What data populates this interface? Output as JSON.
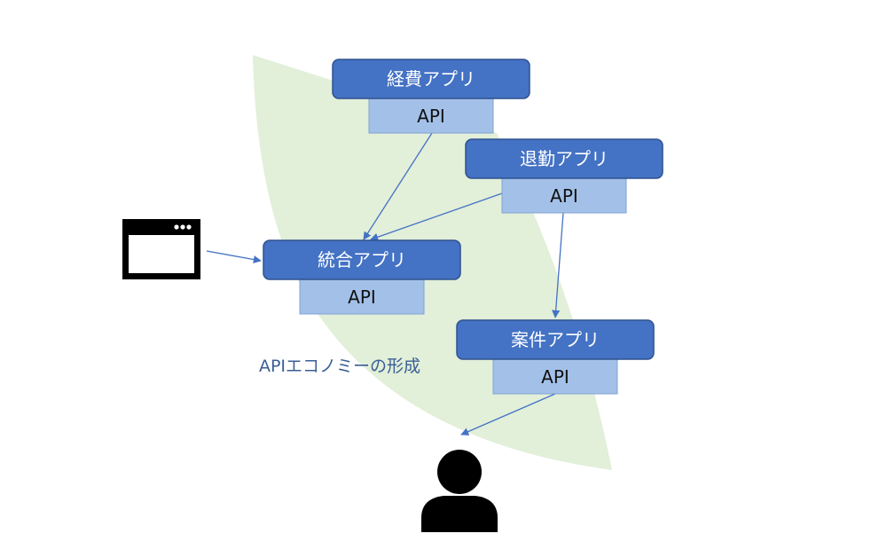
{
  "colors": {
    "region": "#e2efd9",
    "app_fill": "#4472c4",
    "app_border": "#2f528f",
    "api_fill": "#a3c1e8",
    "arrow": "#4472c4",
    "region_label": "#3a5f95"
  },
  "region": {
    "label": "APIエコノミーの形成"
  },
  "apps": {
    "expense": {
      "label": "経費アプリ",
      "api": "API"
    },
    "attendance": {
      "label": "退勤アプリ",
      "api": "API"
    },
    "integrated": {
      "label": "統合アプリ",
      "api": "API"
    },
    "project": {
      "label": "案件アプリ",
      "api": "API"
    }
  },
  "icons": {
    "browser": "browser-window-icon",
    "user": "user-icon"
  },
  "connections": [
    {
      "from": "expense",
      "to": "integrated"
    },
    {
      "from": "attendance",
      "to": "integrated"
    },
    {
      "from": "attendance",
      "to": "project"
    },
    {
      "from": "browser",
      "to": "integrated"
    },
    {
      "from": "project",
      "to": "user"
    }
  ]
}
